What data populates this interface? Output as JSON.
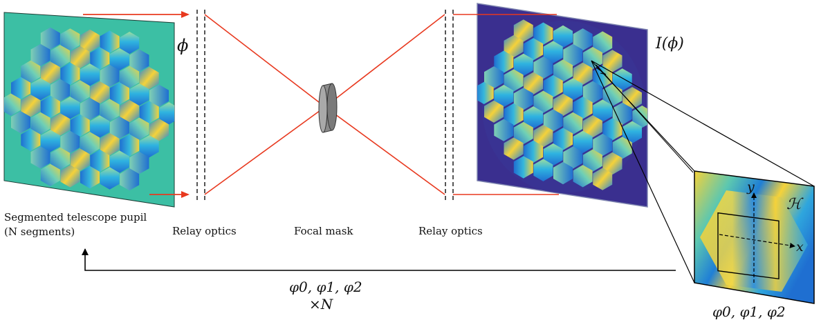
{
  "labels": {
    "pupil_line1": "Segmented telescope pupil",
    "pupil_line2": "(N segments)",
    "relay_left": "Relay optics",
    "focal_mask": "Focal mask",
    "relay_right": "Relay optics",
    "phi": "ϕ",
    "intensity": "I(ϕ)",
    "hexagon_basis": "ℋ",
    "axis_x": "x",
    "axis_y": "y",
    "zernike_coeffs": "φ0, φ1, φ2",
    "feedback_coeffs": "φ0, φ1, φ2",
    "times_n": "×N"
  },
  "colors": {
    "beam": "#e8391f",
    "pupil_bg": "#3cbfa4",
    "detector_bg": "#3a2f8f",
    "seg_dark": "#1f6fd1",
    "seg_mid": "#2fb3e0",
    "seg_light": "#7fd0b4",
    "seg_yellow": "#f5d23a",
    "mask": "#8a8a8a"
  }
}
